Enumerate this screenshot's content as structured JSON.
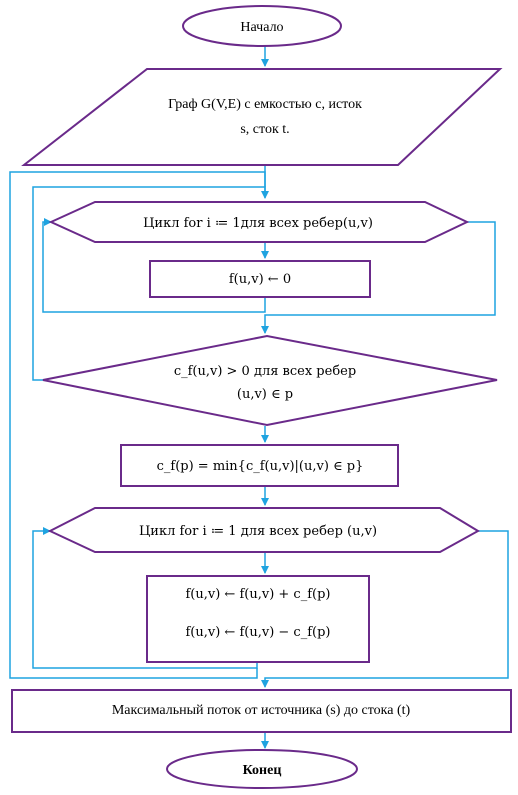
{
  "nodes": {
    "start": "Начало",
    "input_line1": "Граф G(V,E) с емкостью c, исток",
    "input_line2": "s, сток t.",
    "loop1": "Цикл for i ≔  1для всех ребер(u,v)",
    "init": "f(u,v) ← 0",
    "cond_line1": "c_f(u,v) > 0 для всех ребер",
    "cond_line2": "(u,v) ∈ p",
    "cf_path": "c_f(p) = min{c_f(u,v)|(u,v) ∈ p}",
    "loop2": "Цикл for i ≔  1 для всех ребер (u,v)",
    "update1": "f(u,v) ← f(u,v) + c_f(p)",
    "update2": "f(u,v) ← f(u,v) − c_f(p)",
    "output": "Максимальный поток от источника (s) до стока (t)",
    "end": "Конец"
  },
  "colors": {
    "shape_stroke": "#6a2a8a",
    "arrow": "#1fa3e0"
  }
}
